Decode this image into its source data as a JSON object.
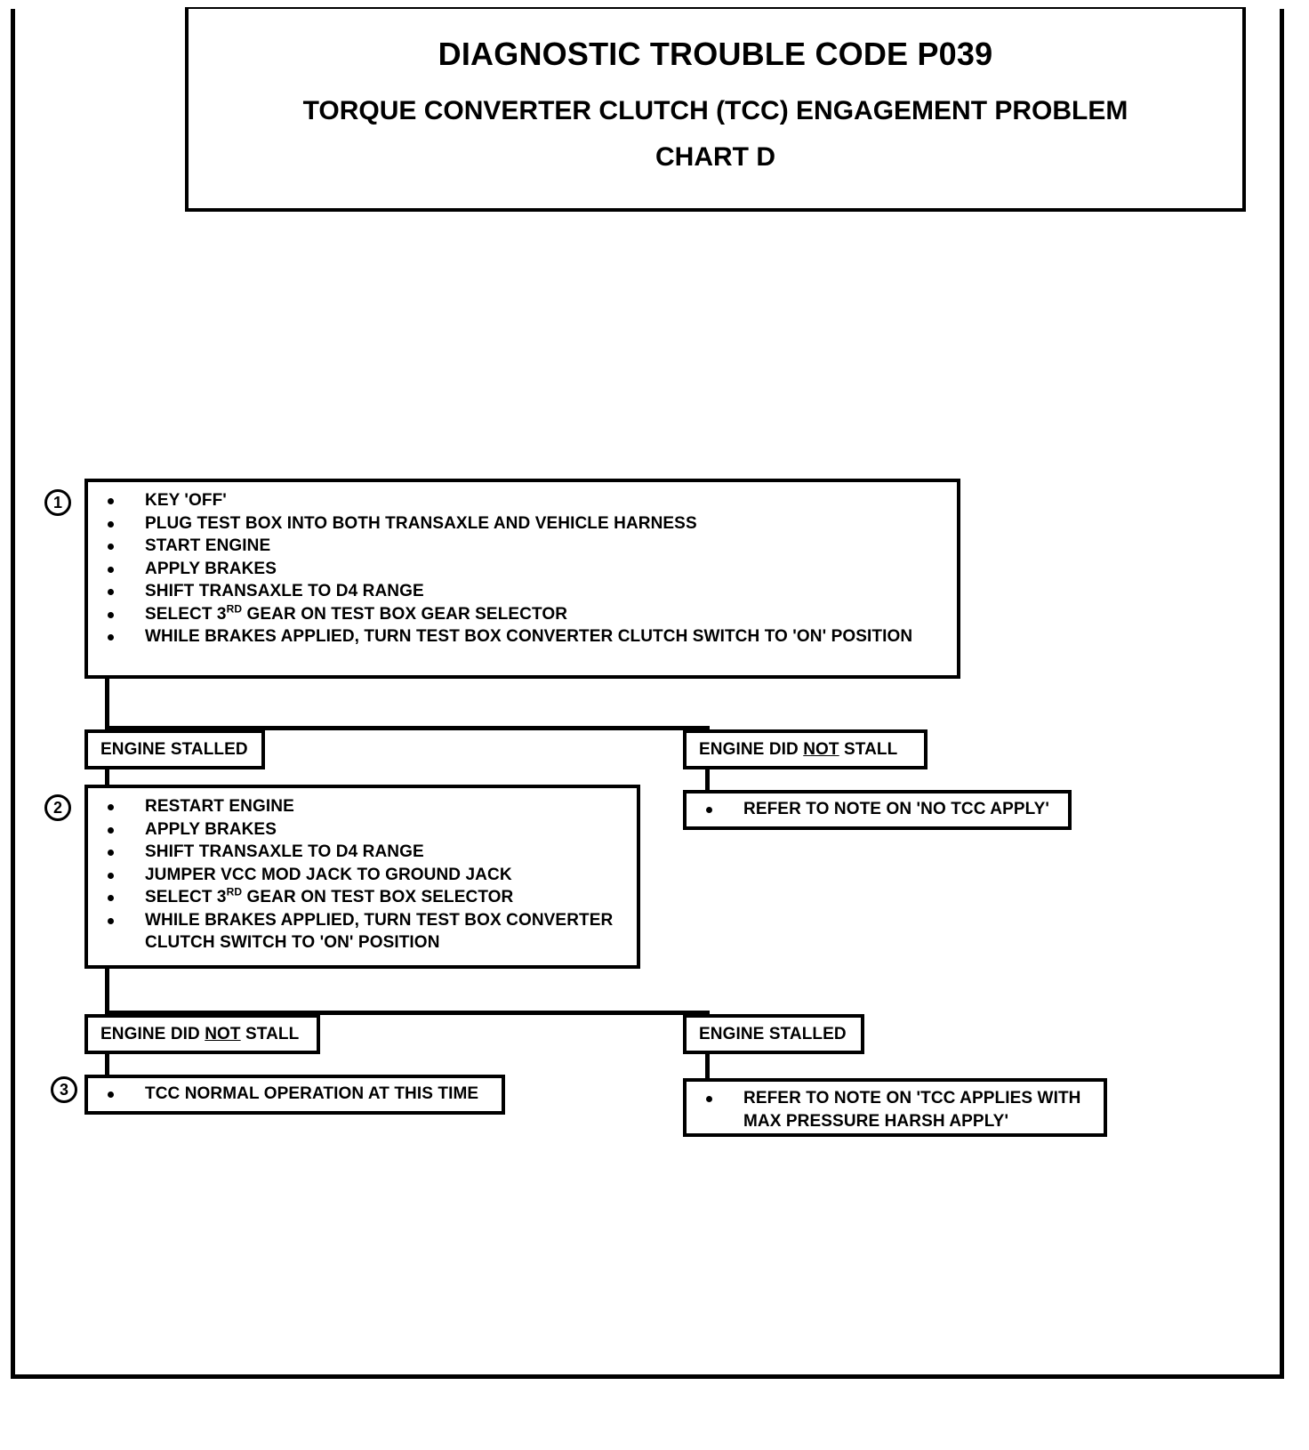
{
  "title": {
    "line1": "DIAGNOSTIC TROUBLE CODE P039",
    "line2": "TORQUE CONVERTER CLUTCH (TCC) ENGAGEMENT PROBLEM",
    "line3": "CHART D"
  },
  "steps": {
    "s1": "1",
    "s2": "2",
    "s3": "3"
  },
  "step1": {
    "items": [
      "KEY 'OFF'",
      "PLUG TEST BOX INTO BOTH TRANSAXLE AND VEHICLE HARNESS",
      "START ENGINE",
      "APPLY BRAKES",
      "SHIFT TRANSAXLE TO D4 RANGE",
      "SELECT 3RD GEAR ON TEST BOX GEAR SELECTOR",
      "WHILE BRAKES APPLIED, TURN TEST BOX CONVERTER CLUTCH SWITCH TO 'ON' POSITION"
    ],
    "item6_pre": "SELECT 3",
    "item6_sup": "RD",
    "item6_post": " GEAR ON TEST BOX GEAR SELECTOR"
  },
  "branch1": {
    "left_label": "ENGINE STALLED",
    "right_label_pre": "ENGINE DID ",
    "right_label_not": "NOT",
    "right_label_post": " STALL"
  },
  "step2": {
    "items": [
      "RESTART ENGINE",
      "APPLY BRAKES",
      "SHIFT TRANSAXLE TO D4 RANGE",
      "JUMPER VCC MOD JACK TO GROUND JACK",
      "SELECT 3RD GEAR ON TEST BOX SELECTOR",
      "WHILE BRAKES APPLIED, TURN TEST BOX CONVERTER CLUTCH SWITCH TO 'ON' POSITION"
    ],
    "item5_pre": "SELECT 3",
    "item5_sup": "RD",
    "item5_post": " GEAR ON TEST BOX SELECTOR",
    "item6_line1": "WHILE BRAKES APPLIED, TURN TEST BOX CONVERTER",
    "item6_line2": "CLUTCH SWITCH TO 'ON' POSITION"
  },
  "right_result1": {
    "item": "REFER TO NOTE ON 'NO TCC APPLY'"
  },
  "branch2": {
    "left_label_pre": "ENGINE DID ",
    "left_label_not": "NOT",
    "left_label_post": " STALL",
    "right_label": "ENGINE STALLED"
  },
  "final_left": {
    "item": "TCC NORMAL OPERATION AT THIS TIME"
  },
  "final_right": {
    "line1": "REFER TO NOTE ON 'TCC APPLIES WITH",
    "line2": "MAX PRESSURE HARSH APPLY'"
  },
  "colors": {
    "ink": "#000000",
    "paper": "#ffffff"
  }
}
